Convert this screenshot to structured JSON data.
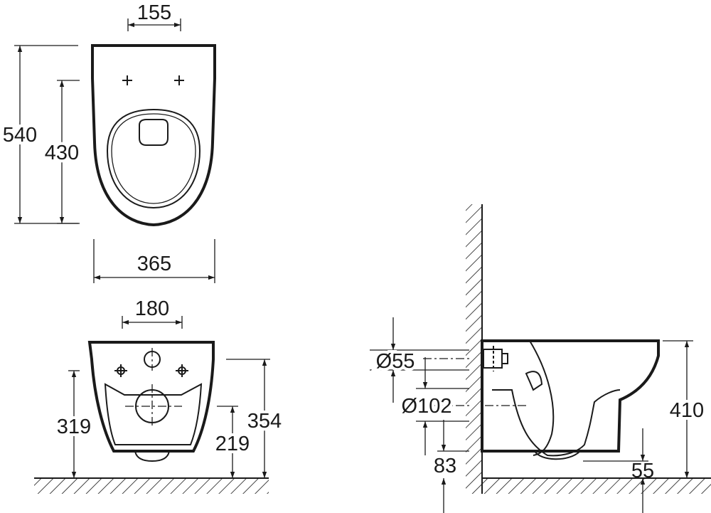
{
  "top_view": {
    "dim_width_mounting_holes": "155",
    "dim_length_total": "540",
    "dim_length_to_holes": "430",
    "dim_width_total": "365"
  },
  "front_view": {
    "dim_width_holes": "180",
    "dim_height_drain": "319",
    "dim_height_total": "354",
    "dim_height_inlet": "219"
  },
  "side_view": {
    "dim_inlet_diameter": "Ø55",
    "dim_outlet_diameter": "Ø102",
    "dim_outlet_height": "83",
    "dim_height": "410",
    "dim_bottom_offset": "55"
  },
  "colors": {
    "line": "#1a1a1a",
    "background": "#ffffff"
  }
}
